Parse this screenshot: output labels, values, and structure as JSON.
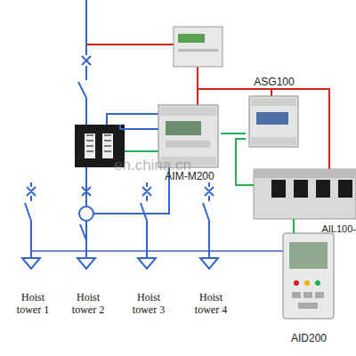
{
  "diagram": {
    "nodes": [
      {
        "text": [
          "AIM-M200"
        ]
      },
      {
        "text": [
          "ASG100"
        ]
      },
      {
        "text": [
          "AIL100-"
        ]
      },
      {
        "text": [
          "AID200"
        ]
      },
      {
        "text": [
          "Hoist tower 1"
        ]
      },
      {
        "text": [
          "Hoist tower 2"
        ]
      },
      {
        "text": [
          "Hoist tower 3"
        ]
      },
      {
        "text": [
          "Hoist tower 4"
        ]
      }
    ],
    "edges": [
      {
        "from": 0,
        "to": 1,
        "arrow": "none"
      },
      {
        "from": 1,
        "to": 2,
        "arrow": "none"
      },
      {
        "from": 2,
        "to": 3,
        "arrow": "none"
      }
    ],
    "labels": [
      "en.china.cn"
    ]
  }
}
